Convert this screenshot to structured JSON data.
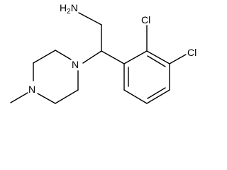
{
  "molecule": {
    "atoms": {
      "amine": "H2N",
      "chlorine_1": "Cl",
      "chlorine_2": "Cl",
      "piperazine_n1": "N",
      "piperazine_n4": "N"
    },
    "colors": {
      "bond": "#000000",
      "label": "#000000",
      "background": "#ffffff"
    }
  }
}
